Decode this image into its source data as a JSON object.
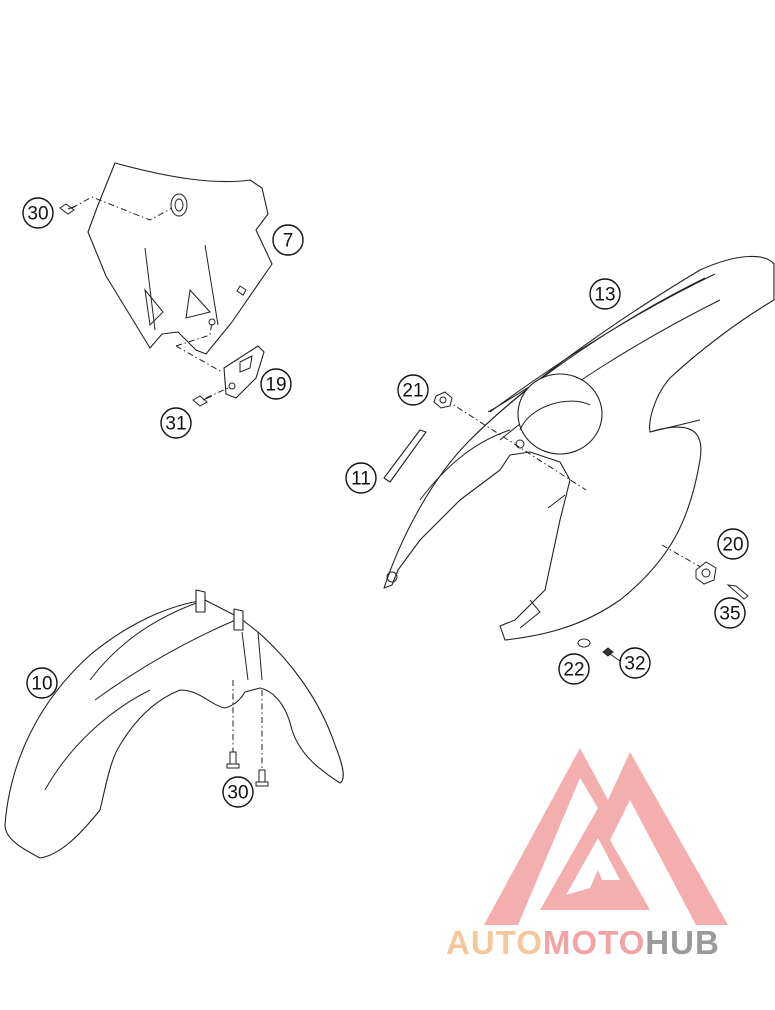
{
  "callouts": {
    "c30a": "30",
    "c7": "7",
    "c19": "19",
    "c31": "31",
    "c13": "13",
    "c21": "21",
    "c11": "11",
    "c20": "20",
    "c35": "35",
    "c22": "22",
    "c32": "32",
    "c10": "10",
    "c30b": "30"
  },
  "watermark": {
    "part1": "AUTO",
    "part2": "MOTO",
    "part3": "HUB",
    "colors": {
      "auto": "#f6c79a",
      "moto": "#f2a3a3",
      "hub": "#9a9a9a",
      "logo": "#f2a0a0"
    }
  }
}
